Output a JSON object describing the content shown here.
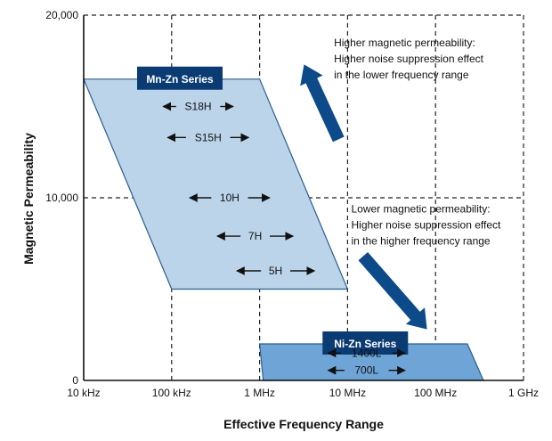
{
  "chart_data": {
    "type": "area",
    "title": "",
    "xlabel": "Effective Frequency Range",
    "ylabel": "Magnetic Permeability",
    "x_scale": "log",
    "x_ticks": [
      {
        "value": 10000,
        "label": "10 kHz"
      },
      {
        "value": 100000,
        "label": "100 kHz"
      },
      {
        "value": 1000000,
        "label": "1 MHz"
      },
      {
        "value": 10000000,
        "label": "10 MHz"
      },
      {
        "value": 100000000,
        "label": "100 MHz"
      },
      {
        "value": 1000000000,
        "label": "1 GHz"
      }
    ],
    "y_ticks": [
      {
        "value": 0,
        "label": "0"
      },
      {
        "value": 10000,
        "label": "10,000"
      },
      {
        "value": 20000,
        "label": "20,000"
      }
    ],
    "xlim": [
      10000,
      1000000000
    ],
    "ylim": [
      0,
      20000
    ],
    "grid": true,
    "colors": {
      "mnzn_fill": "#bcd4ea",
      "nizn_fill": "#6fa4d6",
      "region_stroke": "#2a5d8f",
      "label_box": "#0a3b72",
      "arrow": "#0d4a8a"
    },
    "series": [
      {
        "name": "Mn-Zn Series",
        "polygon": [
          {
            "x": 10000,
            "y": 16500
          },
          {
            "x": 1000000,
            "y": 16500
          },
          {
            "x": 10000000,
            "y": 5000
          },
          {
            "x": 100000,
            "y": 5000
          }
        ],
        "grades": [
          {
            "label": "S18H",
            "x_from": 80000,
            "x_to": 500000,
            "y": 15000
          },
          {
            "label": "S15H",
            "x_from": 90000,
            "x_to": 750000,
            "y": 13300
          },
          {
            "label": "10H",
            "x_from": 160000,
            "x_to": 1300000,
            "y": 10000
          },
          {
            "label": "7H",
            "x_from": 330000,
            "x_to": 2400000,
            "y": 7900
          },
          {
            "label": "5H",
            "x_from": 550000,
            "x_to": 4200000,
            "y": 6000
          }
        ]
      },
      {
        "name": "Ni-Zn Series",
        "polygon": [
          {
            "x": 1000000,
            "y": 2000
          },
          {
            "x": 230000000,
            "y": 2000
          },
          {
            "x": 350000000,
            "y": 0
          },
          {
            "x": 1100000,
            "y": 0
          }
        ],
        "grades": [
          {
            "label": "1400L",
            "x_from": 6000000,
            "x_to": 45000000,
            "y": 1500
          },
          {
            "label": "700L",
            "x_from": 6000000,
            "x_to": 45000000,
            "y": 550
          }
        ]
      }
    ],
    "annotations": [
      {
        "lines": [
          "Higher magnetic permeability:",
          "Higher noise suppression effect",
          "in the lower frequency range"
        ],
        "x": 7000000,
        "y": 18300,
        "arrow": {
          "from": {
            "x": 7900000,
            "y": 13200
          },
          "to": {
            "x": 3200000,
            "y": 17300
          }
        }
      },
      {
        "lines": [
          "Lower magnetic permeability:",
          "Higher noise suppression effect",
          "in the higher frequency range"
        ],
        "x": 11000000,
        "y": 9200,
        "arrow": {
          "from": {
            "x": 15000000,
            "y": 6800
          },
          "to": {
            "x": 80000000,
            "y": 2800
          }
        }
      }
    ]
  }
}
